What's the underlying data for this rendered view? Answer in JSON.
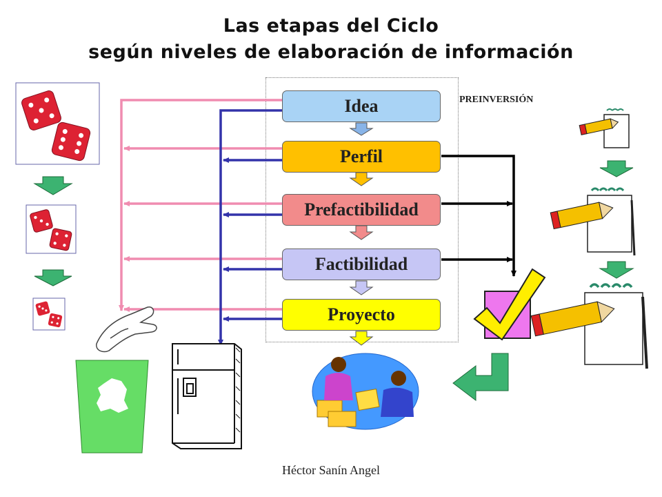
{
  "title": {
    "line1": "Las etapas del Ciclo",
    "line2": "según niveles de elaboración de información"
  },
  "stages": [
    {
      "label": "Idea",
      "color": "#a9d3f5"
    },
    {
      "label": "Perfil",
      "color": "#ffc000"
    },
    {
      "label": "Prefactibilidad",
      "color": "#f28b8b"
    },
    {
      "label": "Factibilidad",
      "color": "#c6c6f5"
    },
    {
      "label": "Proyecto",
      "color": "#ffff00"
    }
  ],
  "phase_label": "PREINVERSIÓN",
  "footer": "Héctor Sanín Angel",
  "colors": {
    "pink_arrows": "#f08cb0",
    "blue_arrows": "#3333aa",
    "black_arrows": "#000000",
    "green_arrows": "#3cb371",
    "trash": "#66dd66",
    "dice": "#dd2233"
  },
  "icons": [
    "dice-icon",
    "trash-can-icon",
    "hand-icon",
    "refrigerator-icon",
    "business-meeting-icon",
    "checkmark-icon",
    "pencil-notes-icon"
  ]
}
